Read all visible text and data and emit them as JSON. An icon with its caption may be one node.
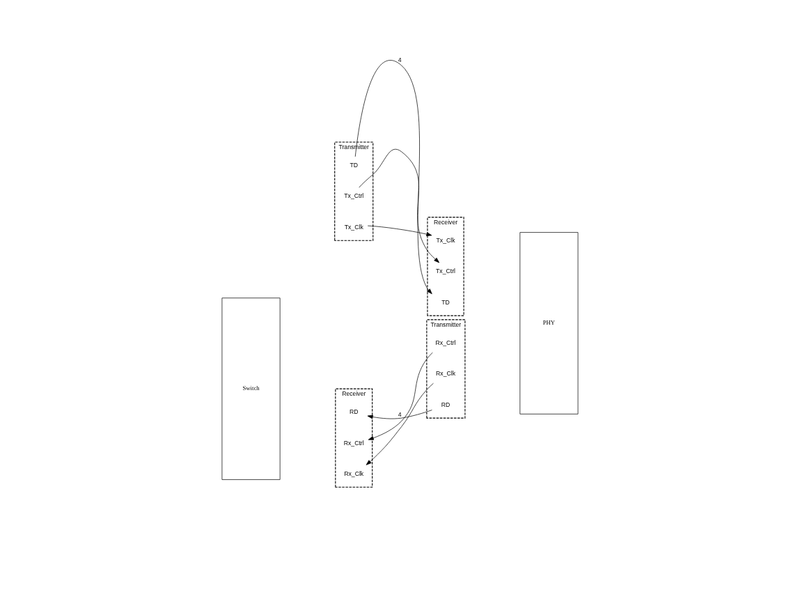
{
  "diagram": {
    "nodes": [
      {
        "text": [
          "Switch"
        ]
      },
      {
        "text": [
          "Transmitter"
        ]
      },
      {
        "text": [
          "TD"
        ],
        "in": 1
      },
      {
        "text": [
          "Tx_Ctrl"
        ],
        "in": 1
      },
      {
        "text": [
          "Tx_Clk"
        ],
        "in": 1
      },
      {
        "text": [
          "Receiver"
        ]
      },
      {
        "text": [
          "RD"
        ],
        "in": 5
      },
      {
        "text": [
          "Rx_Ctrl"
        ],
        "in": 5
      },
      {
        "text": [
          "Rx_Clk"
        ],
        "in": 5
      },
      {
        "text": [
          "PHY"
        ]
      },
      {
        "text": [
          "Receiver"
        ]
      },
      {
        "text": [
          "TD"
        ],
        "in": 10
      },
      {
        "text": [
          "Tx_Ctrl"
        ],
        "in": 10
      },
      {
        "text": [
          "Tx_Clk"
        ],
        "in": 10
      },
      {
        "text": [
          "Transmitter"
        ]
      },
      {
        "text": [
          "RD"
        ],
        "in": 14
      },
      {
        "text": [
          "Rx_Ctrl"
        ],
        "in": 14
      },
      {
        "text": [
          "Rx_Clk"
        ],
        "in": 14
      }
    ],
    "edges": [
      {
        "from": 2,
        "to": 11,
        "arrow": "to",
        "label": "4"
      },
      {
        "from": 3,
        "to": 12,
        "arrow": "to"
      },
      {
        "from": 4,
        "to": 13,
        "arrow": "to"
      },
      {
        "from": 15,
        "to": 6,
        "arrow": "to",
        "label": "4"
      },
      {
        "from": 16,
        "to": 7,
        "arrow": "to"
      },
      {
        "from": 17,
        "to": 8,
        "arrow": "to"
      }
    ]
  }
}
